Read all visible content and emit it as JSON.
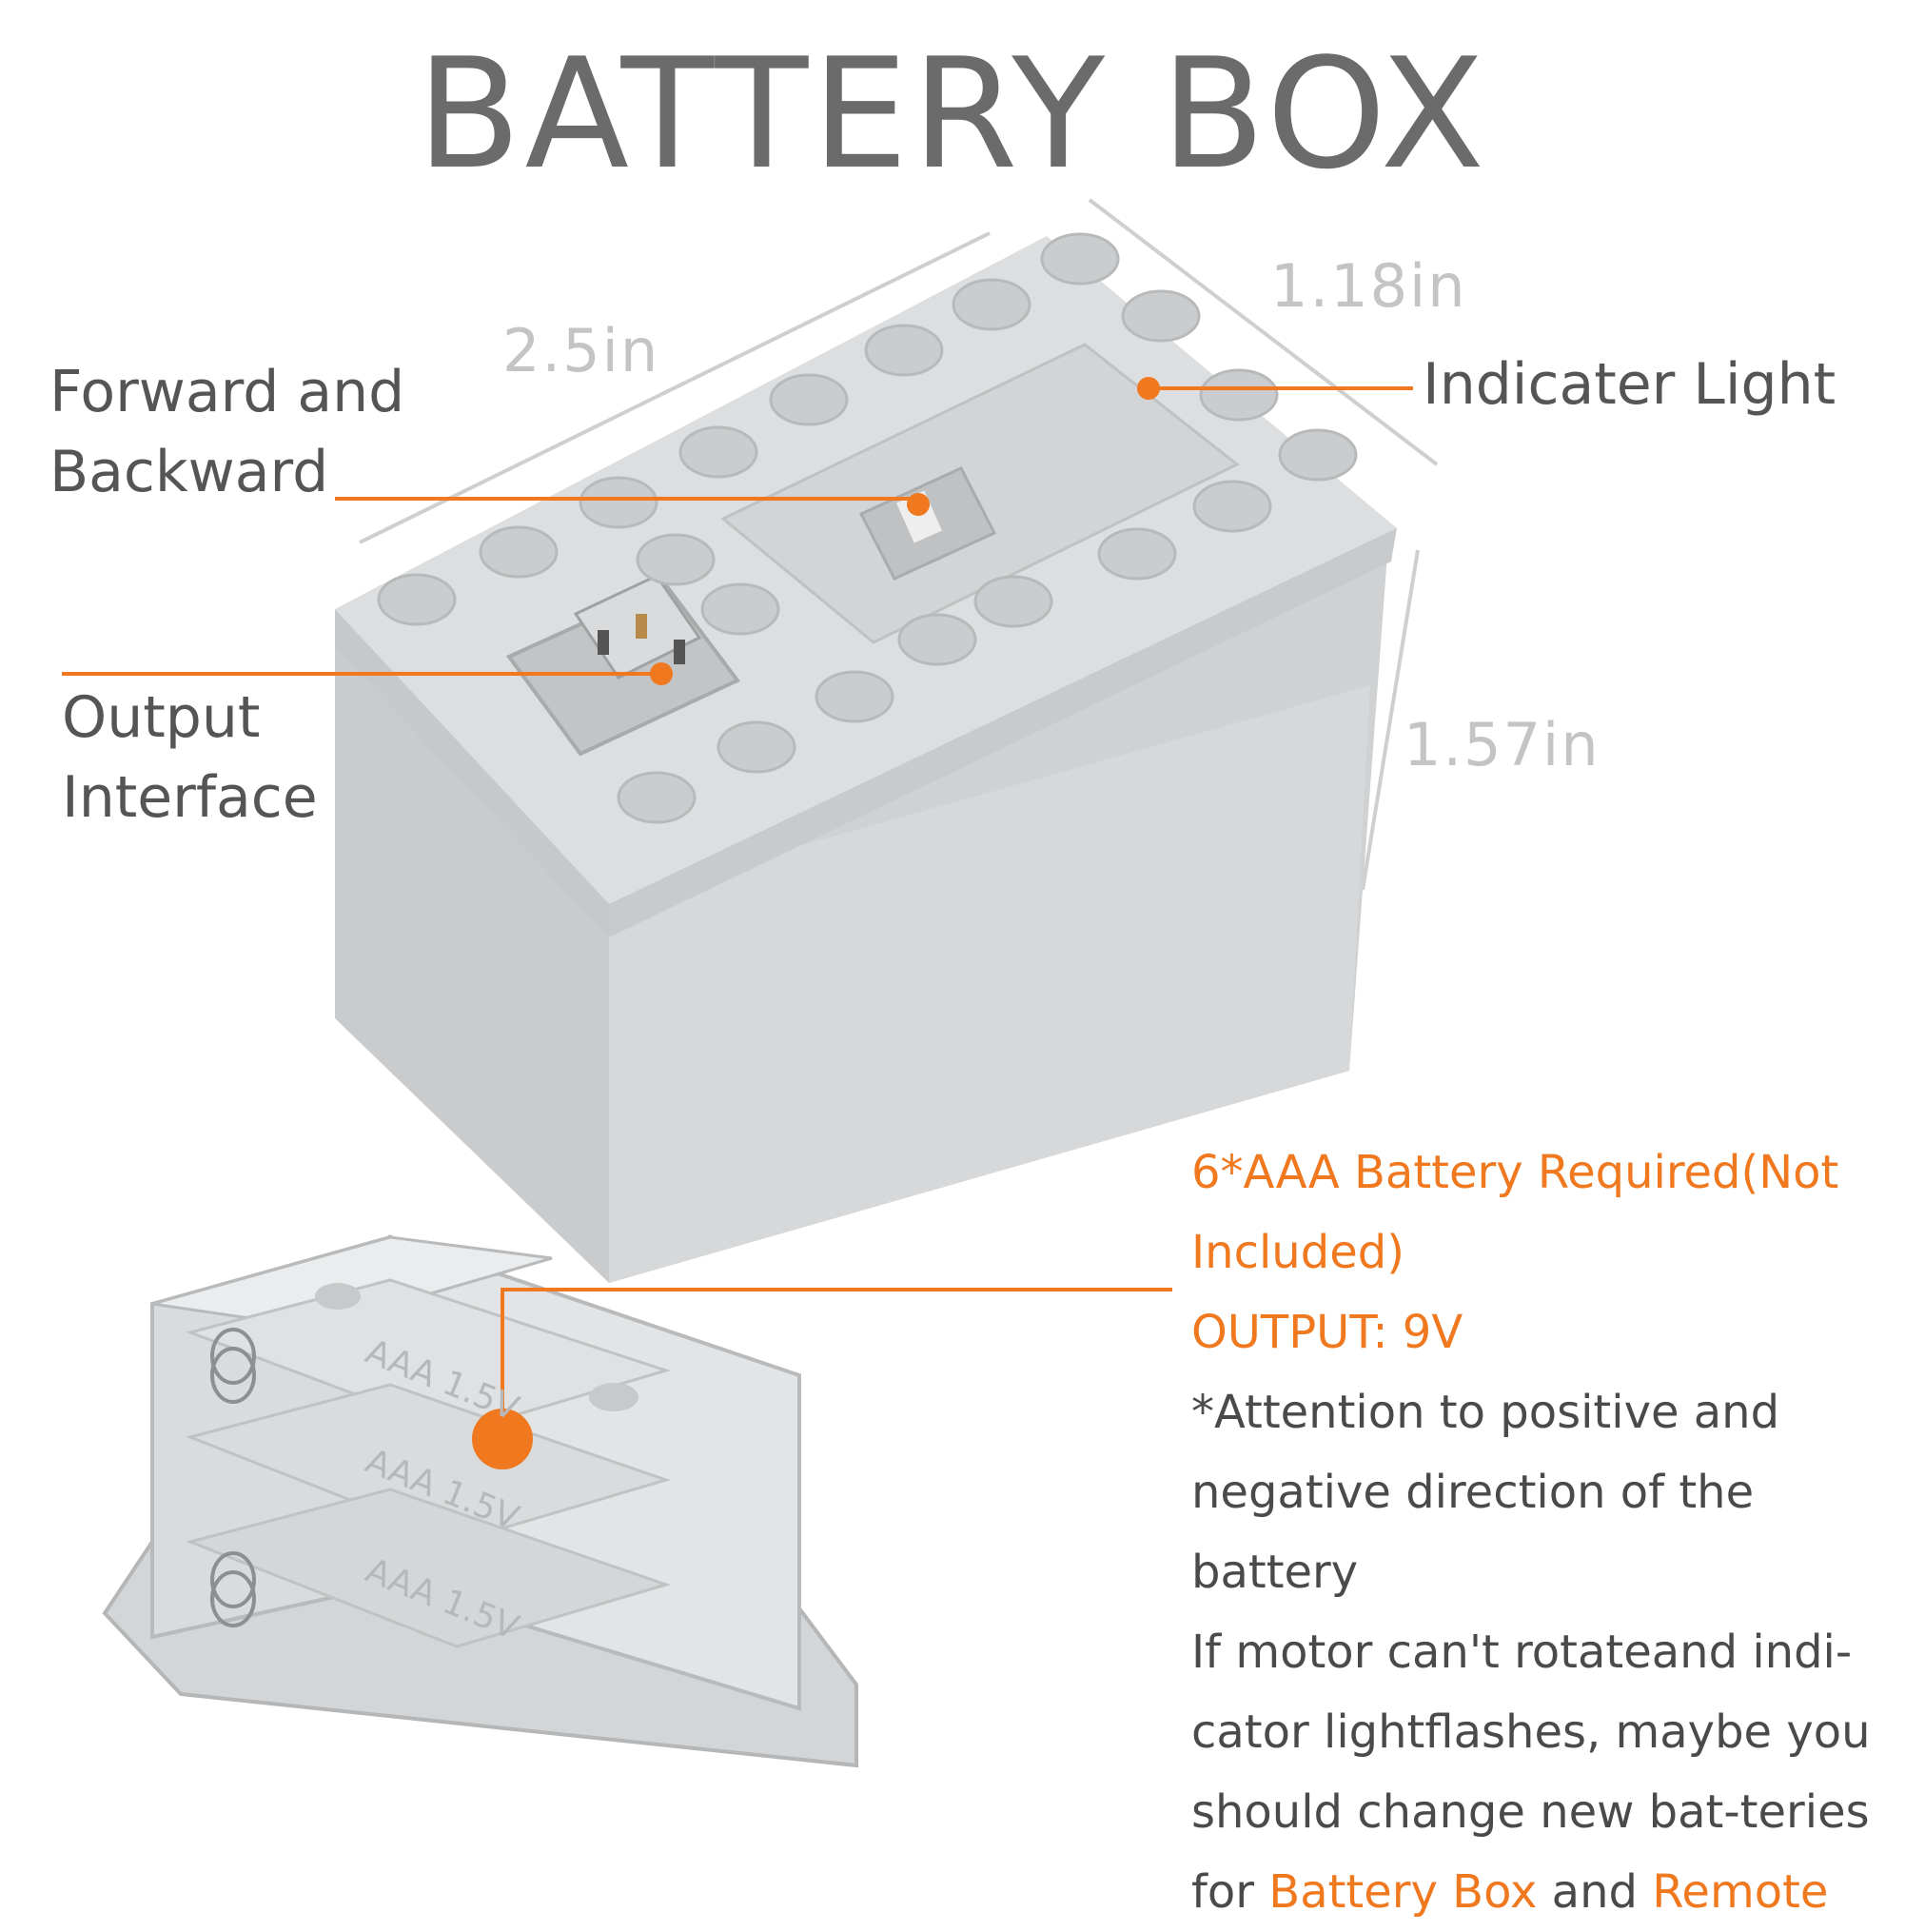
{
  "title": "BATTERY BOX",
  "dimensions": {
    "length": "2.5in",
    "width": "1.18in",
    "height": "1.57in"
  },
  "callouts": {
    "forward_backward": [
      "Forward and",
      "Backward"
    ],
    "output_interface": [
      "Output",
      "Interface"
    ],
    "indicator_light": "Indicater Light"
  },
  "info": {
    "battery_required": "6*AAA Battery Required(Not Included)",
    "output": "OUTPUT: 9V",
    "attention": "*Attention to positive and negative direction of the battery",
    "note_prefix": "If motor can't rotateand indi-cator lightflashes, maybe you should change new bat-teries for ",
    "note_battery_box": "Battery Box",
    "note_and": " and ",
    "note_remote": "Remote"
  },
  "battery_markings": [
    "AAA 1.5V",
    "AAA 1.5V",
    "AAA 1.5V"
  ],
  "colors": {
    "accent": "#f0781e",
    "title": "#6b6b6b",
    "dimension": "#c4c4c4",
    "body": "#d2d4d5"
  }
}
